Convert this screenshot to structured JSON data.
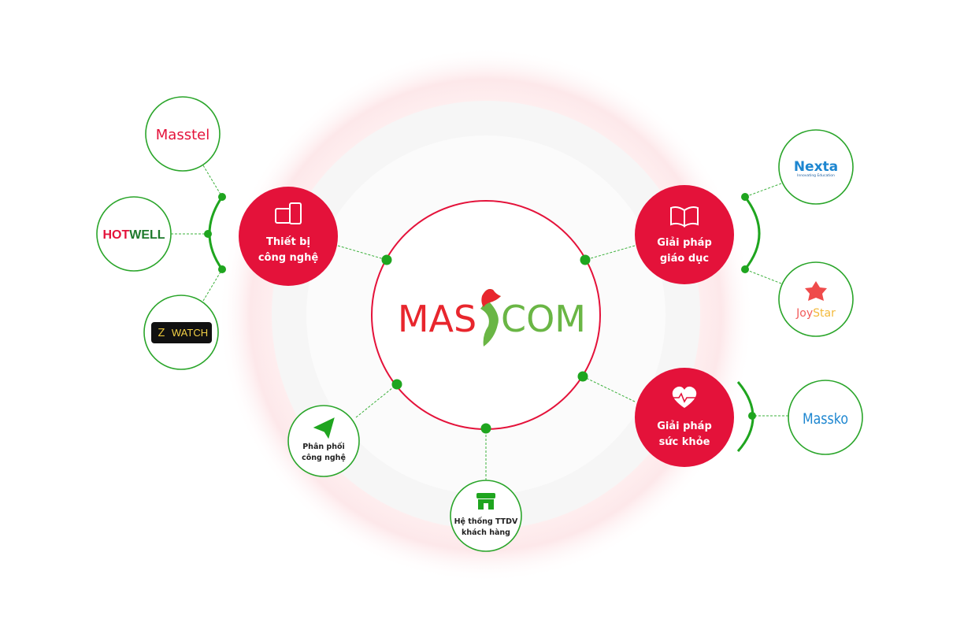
{
  "center": {
    "logo_left": "MAS",
    "logo_right": "COM"
  },
  "categories": [
    {
      "line1": "Thiết bị",
      "line2": "công nghệ",
      "icon": "devices-icon"
    },
    {
      "line1": "Giải pháp",
      "line2": "giáo dục",
      "icon": "book-icon"
    },
    {
      "line1": "Giải pháp",
      "line2": "sức khỏe",
      "icon": "heart-pulse-icon"
    }
  ],
  "services": [
    {
      "line1": "Phân phối",
      "line2": "công nghệ",
      "icon": "paper-plane-icon"
    },
    {
      "line1": "Hệ thống TTDV",
      "line2": "khách hàng",
      "icon": "store-icon"
    }
  ],
  "brands": {
    "masstel": "Masstel",
    "hotwell_a": "HOT",
    "hotwell_b": "WELL",
    "zwatch": "WATCH",
    "nexta": "Nexta",
    "nexta_tag": "Innovating Education",
    "joystar_a": "Joy",
    "joystar_b": "Star",
    "massko": "Massko"
  },
  "colors": {
    "red": "#e4123a",
    "green": "#1fa51f",
    "logo_green": "#6ab645"
  }
}
